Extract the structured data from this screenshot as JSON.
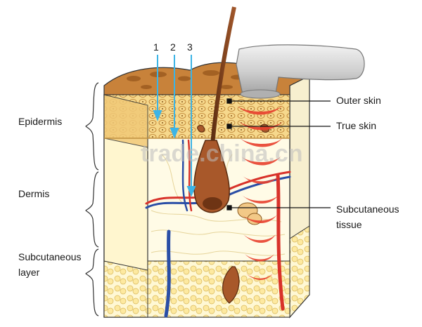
{
  "left_labels": {
    "epidermis": "Epidermis",
    "dermis": "Dermis",
    "subcutaneous_line1": "Subcutaneous",
    "subcutaneous_line2": "layer"
  },
  "right_labels": {
    "outer_skin": "Outer  skin",
    "true_skin": "True  skin",
    "subcutaneous_tissue_line1": "Subcutaneous",
    "subcutaneous_tissue_line2": "tissue"
  },
  "markers": [
    "1",
    "2",
    "3"
  ],
  "watermark": "trade.china.cn",
  "colors": {
    "outline": "#333333",
    "fat_yellow": "#fff6c8",
    "epidermis_brown": "#c8823a",
    "dermis_cream": "#fffbe6",
    "vessel_red": "#d8322a",
    "vessel_blue": "#2a4ea6",
    "arrow_blue": "#3cb4e6",
    "wave_red": "#e8402e"
  }
}
